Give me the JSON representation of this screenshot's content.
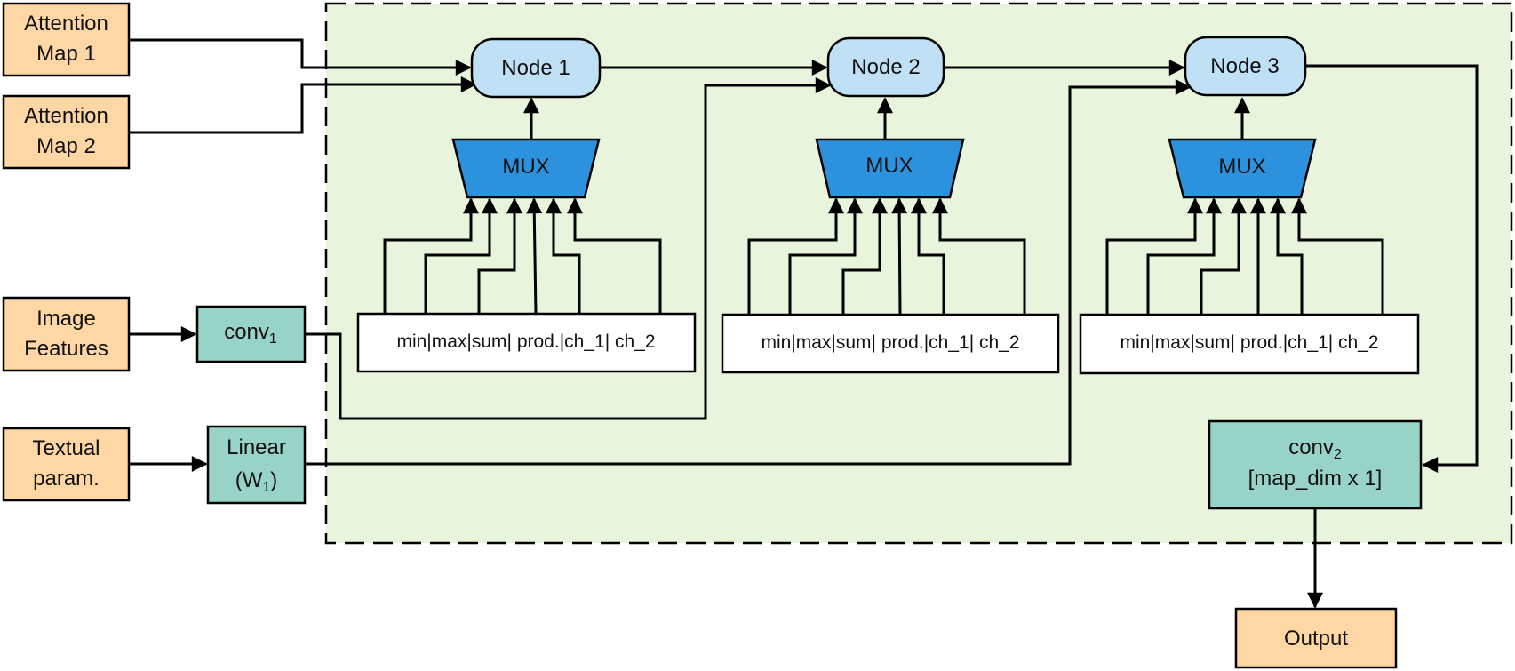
{
  "inputs": {
    "attention_map_1": [
      "Attention",
      "Map 1"
    ],
    "attention_map_2": [
      "Attention",
      "Map 2"
    ],
    "image_features": [
      "Image",
      "Features"
    ],
    "textual_param": [
      "Textual",
      "param."
    ]
  },
  "conv1": {
    "base": "conv",
    "sub": "1"
  },
  "linear": {
    "line1": "Linear",
    "line2_pre": "(W",
    "line2_sub": "1",
    "line2_post": ")"
  },
  "nodes": [
    "Node 1",
    "Node 2",
    "Node 3"
  ],
  "mux_label": "MUX",
  "ops_label": "min|max|sum| prod.|ch_1| ch_2",
  "conv2": {
    "base": "conv",
    "sub": "2",
    "line2": "[map_dim x 1]"
  },
  "output": "Output",
  "colors": {
    "module_bg": "#e8f4dc",
    "input_box": "#fed7a4",
    "layer_box": "#97d3c6",
    "node": "#c0e0f6",
    "mux": "#2d92dd"
  }
}
